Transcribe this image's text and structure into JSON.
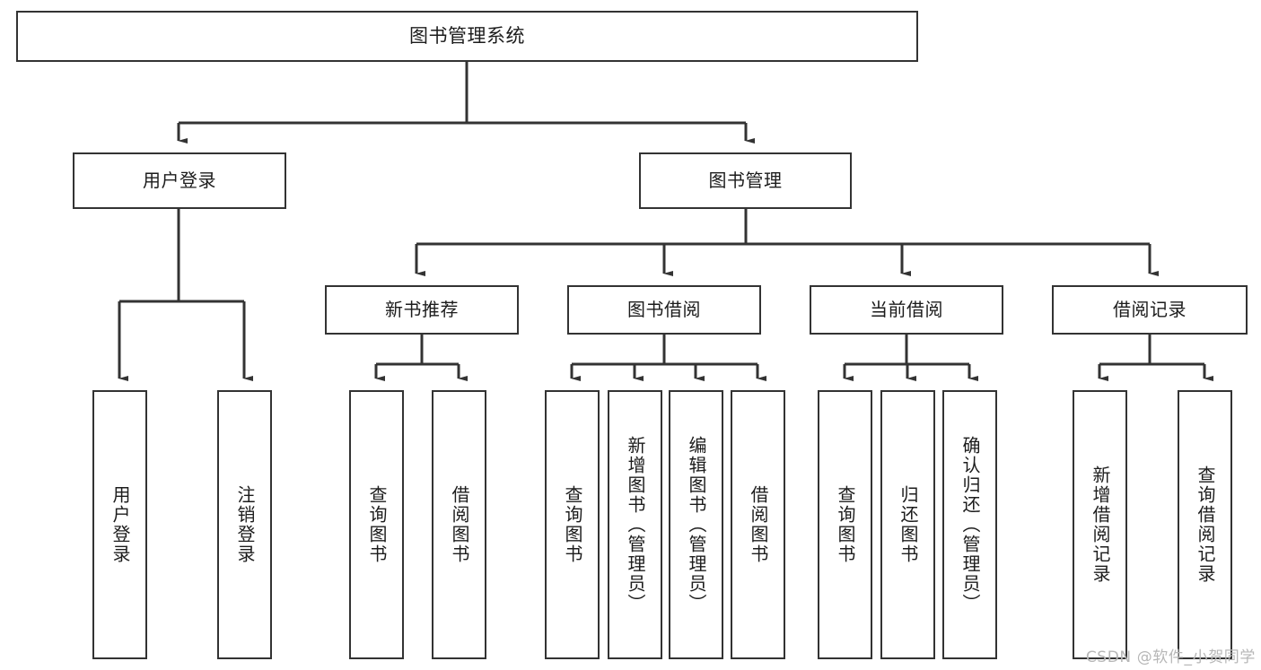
{
  "diagram": {
    "title": "图书管理系统",
    "type": "tree-hierarchy-chart",
    "colors": {
      "background": "#ffffff",
      "node_fill": "#ffffff",
      "node_stroke": "#333333",
      "edge_stroke": "#333333",
      "text": "#1c1c1c",
      "watermark": "#b7b7b7"
    },
    "nodes": {
      "root": {
        "label": "图书管理系统"
      },
      "level2": [
        {
          "label": "用户登录"
        },
        {
          "label": "图书管理"
        }
      ],
      "level3": [
        {
          "label": "新书推荐"
        },
        {
          "label": "图书借阅"
        },
        {
          "label": "当前借阅"
        },
        {
          "label": "借阅记录"
        }
      ],
      "leaves": {
        "user_login": [
          {
            "label": "用户登录"
          },
          {
            "label": "注销登录"
          }
        ],
        "new_book_recommend": [
          {
            "label": "查询图书"
          },
          {
            "label": "借阅图书"
          }
        ],
        "book_borrow": [
          {
            "label": "查询图书"
          },
          {
            "label": "新增图书（管理员）"
          },
          {
            "label": "编辑图书（管理员）"
          },
          {
            "label": "借阅图书"
          }
        ],
        "current_borrow": [
          {
            "label": "查询图书"
          },
          {
            "label": "归还图书"
          },
          {
            "label": "确认归还（管理员）"
          }
        ],
        "borrow_record": [
          {
            "label": "新增借阅记录"
          },
          {
            "label": "查询借阅记录"
          }
        ]
      }
    },
    "watermark": "CSDN @软件_小贺同学"
  }
}
